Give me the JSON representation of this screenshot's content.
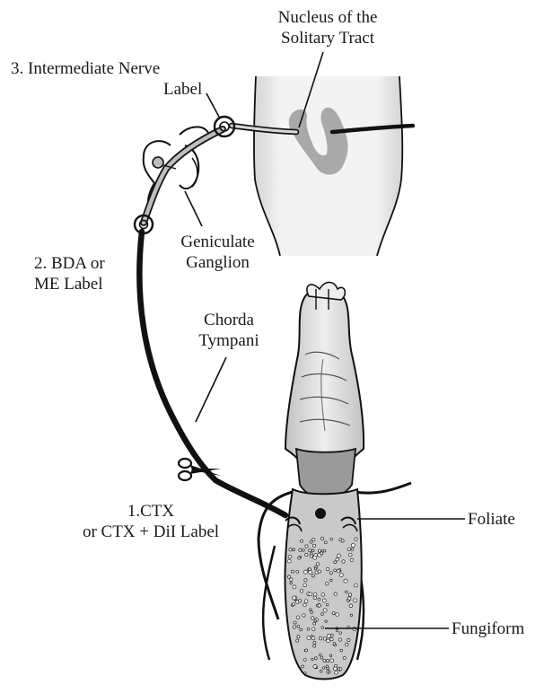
{
  "labels": {
    "nts_line1": "Nucleus of the",
    "nts_line2": "Solitary Tract",
    "intermediate_line1": "3. Intermediate Nerve",
    "intermediate_line2": "Label",
    "geniculate_line1": "Geniculate",
    "geniculate_line2": "Ganglion",
    "bda_line1": "2. BDA or",
    "bda_line2": "ME Label",
    "chorda_line1": "Chorda",
    "chorda_line2": "Tympani",
    "ctx_line1": "1.CTX",
    "ctx_line2": "or CTX + DiI Label",
    "foliate": "Foliate",
    "fungiform": "Fungiform"
  },
  "colors": {
    "ink": "#111111",
    "tissue_light": "#ececec",
    "tissue_mid": "#c9c9c9",
    "tissue_dark": "#9a9a9a",
    "nucleus_fill": "#a9a9a9"
  },
  "icons": [
    "scissors-icon"
  ]
}
